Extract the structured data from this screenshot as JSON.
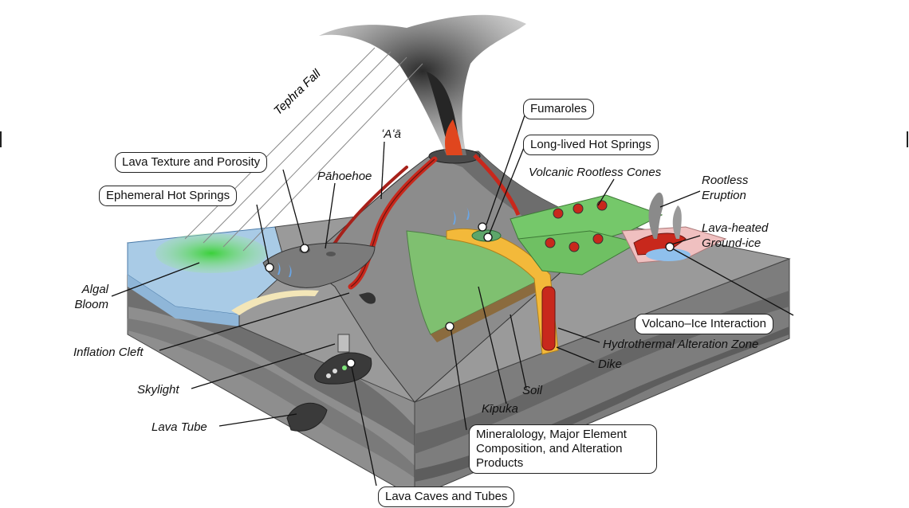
{
  "labels": {
    "tephra_fall": "Tephra Fall",
    "aa": "ʻAʻā",
    "pahoehoe": "Pāhoehoe",
    "volcanic_rootless_cones": "Volcanic Rootless Cones",
    "rootless_eruption_1": "Rootless",
    "rootless_eruption_2": "Eruption",
    "lava_heated_ground_ice_1": "Lava-heated",
    "lava_heated_ground_ice_2": "Ground-ice",
    "algal_bloom_1": "Algal",
    "algal_bloom_2": "Bloom",
    "inflation_cleft": "Inflation Cleft",
    "skylight": "Skylight",
    "lava_tube": "Lava Tube",
    "hydrothermal_alteration_zone": "Hydrothermal Alteration Zone",
    "dike": "Dike",
    "soil": "Soil",
    "kipuka": "Kīpuka"
  },
  "boxes": {
    "fumaroles": "Fumaroles",
    "long_lived_hot_springs": "Long-lived Hot Springs",
    "lava_texture_and_porosity": "Lava Texture and Porosity",
    "ephemeral_hot_springs": "Ephemeral Hot Springs",
    "volcano_ice_interaction": "Volcano–Ice Interaction",
    "mineralology_line_1": "Mineralology, Major Element",
    "mineralology_line_2": "Composition, and Alteration",
    "mineralology_line_3": "Products",
    "lava_caves_and_tubes": "Lava Caves and Tubes"
  },
  "colors": {
    "basalt_dark": "#5c5c5c",
    "basalt_mid": "#8a8a8a",
    "basalt_light": "#b5b5b5",
    "water": "#a9cbe6",
    "algae": "#4ccf4a",
    "lava": "#c8281c",
    "hydrothermal": "#f3b93a",
    "vegetation": "#7fc070",
    "plume": "#3a3a3a"
  }
}
